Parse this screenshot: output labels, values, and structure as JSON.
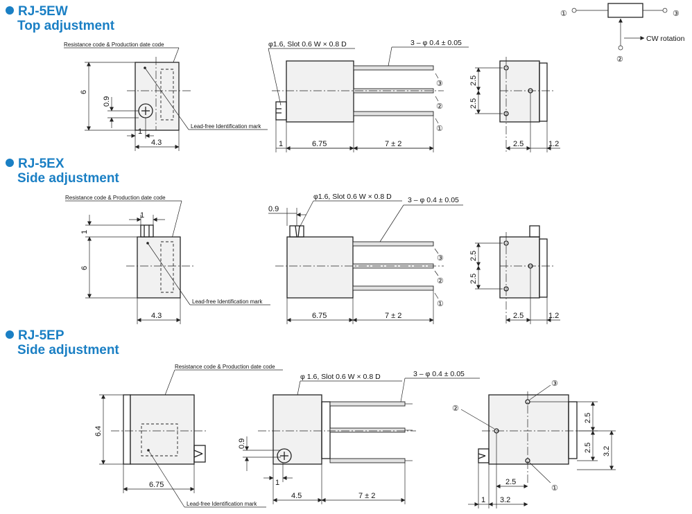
{
  "sections": [
    {
      "model": "RJ-5EW",
      "subtitle": "Top adjustment"
    },
    {
      "model": "RJ-5EX",
      "subtitle": "Side adjustment"
    },
    {
      "model": "RJ-5EP",
      "subtitle": "Side adjustment"
    }
  ],
  "circuit": {
    "pin1": "①",
    "pin2": "②",
    "pin3": "③",
    "rotation_label": "CW rotation"
  },
  "notes": {
    "resistance_code": "Resistance code & Production date code",
    "lead_free": "Lead-free Identification mark"
  },
  "ew": {
    "slot": "φ1.6, Slot 0.6 W × 0.8 D",
    "pins": "3 – φ 0.4 ± 0.05",
    "dims": {
      "h6": "6",
      "d09": "0.9",
      "d1": "1",
      "w43": "4.3",
      "s1": "1",
      "s675": "6.75",
      "s7": "7 ± 2",
      "r25a": "2.5",
      "r25b": "2.5",
      "r25c": "2.5",
      "r12": "1.2"
    },
    "pin_labels": [
      "③",
      "②",
      "①"
    ]
  },
  "ex": {
    "slot": "φ1.6, Slot  0.6 W × 0.8 D",
    "pins": "3 – φ 0.4 ± 0.05",
    "dims": {
      "d1top": "1",
      "d1side": "1",
      "h6": "6",
      "w43": "4.3",
      "s09": "0.9",
      "s675": "6.75",
      "s7": "7 ± 2",
      "r25a": "2.5",
      "r25b": "2.5",
      "r25c": "2.5",
      "r12": "1.2"
    },
    "pin_labels": [
      "③",
      "②",
      "①"
    ]
  },
  "ep": {
    "slot": "φ 1.6, Slot 0.6 W × 0.8 D",
    "pins": "3 – φ 0.4 ± 0.05",
    "dims": {
      "h64": "6.4",
      "w675": "6.75",
      "d09": "0.9",
      "d1": "1",
      "s45": "4.5",
      "s7": "7 ± 2",
      "r25a": "2.5",
      "r25b": "2.5",
      "r25c": "2.5",
      "r1": "1",
      "r32a": "3.2",
      "r32b": "3.2"
    },
    "pin_labels": {
      "p2": "②",
      "p3": "③",
      "p1": "①"
    }
  }
}
